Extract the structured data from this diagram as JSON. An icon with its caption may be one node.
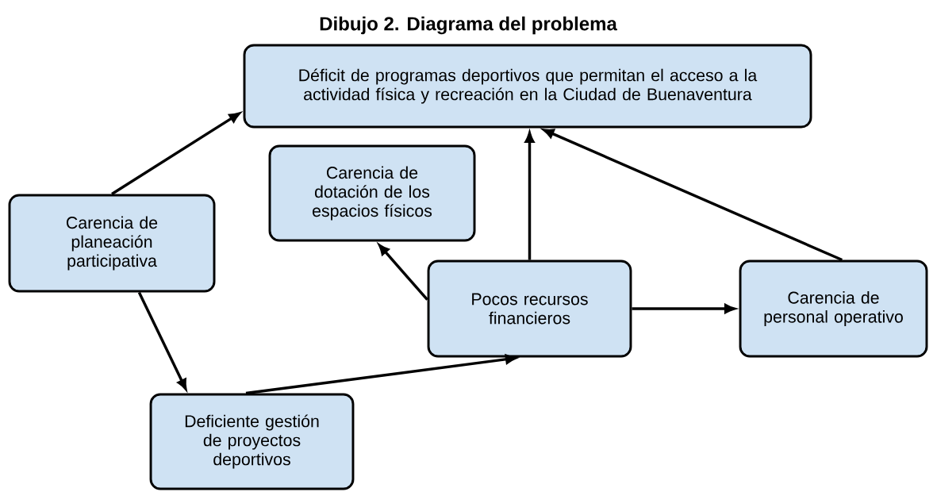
{
  "diagram": {
    "title": "Dibujo 2. Diagrama del problema",
    "nodes": [
      {
        "text": [
          "Déficit de programas deportivos que permitan el acceso a la actividad física y recreación en la Ciudad de Buenaventura"
        ]
      },
      {
        "text": [
          "Carencia de planeación participativa"
        ]
      },
      {
        "text": [
          "Carencia de dotación de los espacios físicos"
        ]
      },
      {
        "text": [
          "Pocos recursos financieros"
        ]
      },
      {
        "text": [
          "Carencia de personal operativo"
        ]
      },
      {
        "text": [
          "Deficiente gestión de proyectos deportivos"
        ]
      }
    ],
    "edges": [
      {
        "from": 1,
        "to": 0,
        "arrow": "to"
      },
      {
        "from": 1,
        "to": 5,
        "arrow": "to"
      },
      {
        "from": 5,
        "to": 3,
        "arrow": "to"
      },
      {
        "from": 3,
        "to": 2,
        "arrow": "to"
      },
      {
        "from": 3,
        "to": 0,
        "arrow": "to"
      },
      {
        "from": 3,
        "to": 4,
        "arrow": "to"
      },
      {
        "from": 4,
        "to": 0,
        "arrow": "to"
      }
    ]
  }
}
